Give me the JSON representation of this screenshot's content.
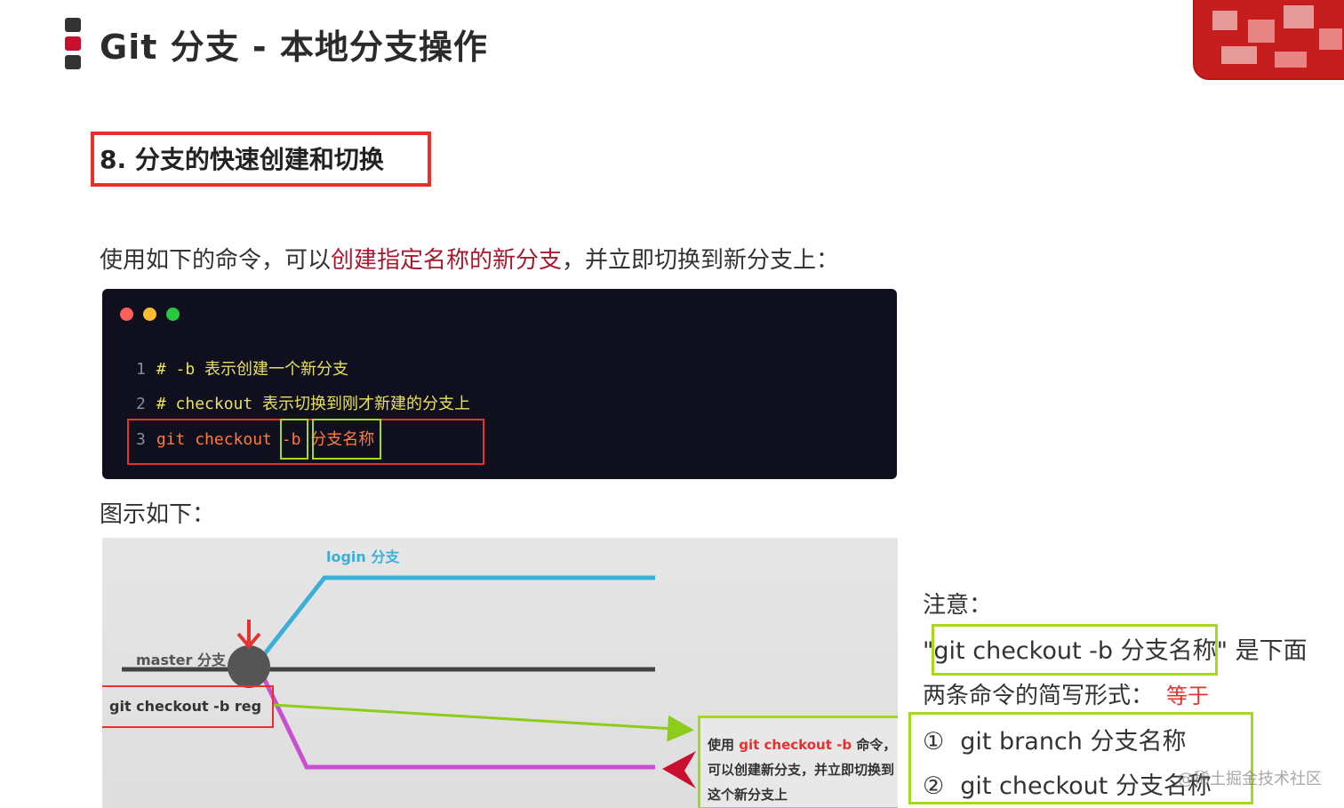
{
  "header": {
    "title": "Git 分支 - 本地分支操作"
  },
  "section": {
    "heading": "8. 分支的快速创建和切换"
  },
  "description": {
    "before": "使用如下的命令，可以",
    "highlight": "创建指定名称的新分支",
    "after": "，并立即切换到新分支上："
  },
  "code": {
    "lines": [
      {
        "num": "1",
        "text": "# -b 表示创建一个新分支"
      },
      {
        "num": "2",
        "text": "# checkout 表示切换到刚才新建的分支上"
      },
      {
        "num": "3",
        "cmd": "git checkout",
        "flag": "-b",
        "arg": "分支名称"
      }
    ]
  },
  "diagram": {
    "caption": "图示如下：",
    "login_label": "login 分支",
    "master_label": "master 分支",
    "checkout_label": "git checkout -b reg",
    "callout": {
      "prefix": "使用 ",
      "cmd": "git checkout -b",
      "suffix": " 命令，可以创建新分支，并立即切换到这个新分支上"
    },
    "colors": {
      "login": "#3ab0d8",
      "master": "#444444",
      "reg": "#c84fd0",
      "arrow": "#8ccc1a",
      "marker": "#e8312f"
    }
  },
  "note": {
    "heading": "注意：",
    "quote_open": "\"",
    "command": "git checkout -b 分支名称",
    "quote_close": "\" 是下面",
    "line2": "两条命令的简写形式：",
    "equal_word": "等于",
    "items": [
      {
        "num": "①",
        "text": "git branch 分支名称"
      },
      {
        "num": "②",
        "text": "git checkout 分支名称"
      }
    ]
  },
  "watermark": "@稀土掘金技术社区",
  "colors": {
    "accent_red": "#e8312f",
    "accent_green": "#a8d81c",
    "highlight_text": "#a6192e",
    "code_bg": "#0f0f1e"
  }
}
